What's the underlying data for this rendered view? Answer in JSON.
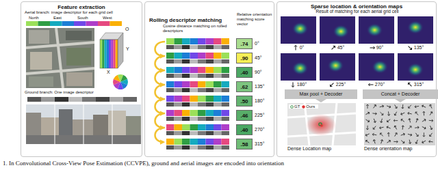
{
  "diagram": {
    "caption": "1. In Convolutional Cross-View Pose Estimation (CCVPE), ground and aerial images are encoded into orientation",
    "nodes": [
      {
        "text": [
          "Feature extraction"
        ]
      },
      {
        "text": [
          "Rolling descriptor matching"
        ]
      },
      {
        "text": [
          "Sparse location & orientation maps"
        ]
      },
      {
        "text": [
          ".74"
        ],
        "in": 1
      },
      {
        "text": [
          ".90"
        ],
        "in": 1
      },
      {
        "text": [
          ".40"
        ],
        "in": 1
      },
      {
        "text": [
          ".62"
        ],
        "in": 1
      },
      {
        "text": [
          ".50"
        ],
        "in": 1
      },
      {
        "text": [
          ".46"
        ],
        "in": 1
      },
      {
        "text": [
          ".40"
        ],
        "in": 1
      },
      {
        "text": [
          ".58"
        ],
        "in": 1
      },
      {
        "text": [
          "0°"
        ],
        "in": 2
      },
      {
        "text": [
          "45°"
        ],
        "in": 2
      },
      {
        "text": [
          "90°"
        ],
        "in": 2
      },
      {
        "text": [
          "135°"
        ],
        "in": 2
      },
      {
        "text": [
          "180°"
        ],
        "in": 2
      },
      {
        "text": [
          "225°"
        ],
        "in": 2
      },
      {
        "text": [
          "270°"
        ],
        "in": 2
      },
      {
        "text": [
          "315°"
        ],
        "in": 2
      },
      {
        "text": [
          "Max pool + Decoder"
        ],
        "in": 2
      },
      {
        "text": [
          "Concat + Decoder"
        ],
        "in": 2
      },
      {
        "text": [
          "Dense Location map"
        ],
        "in": 2
      },
      {
        "text": [
          "Dense orientation map"
        ],
        "in": 2
      }
    ],
    "labels": [
      "Aerial branch: image descriptor for each grid cell",
      "North",
      "East",
      "South",
      "West",
      "O",
      "Y",
      "X",
      "Ground branch: One image descriptor",
      "Cosine distance matching on rolled descriptors",
      "Relative orientation matching score vector",
      "0°",
      "45°",
      "90°",
      "135°",
      "180°",
      "225°",
      "270°",
      "315°",
      "Result of matching for each aerial grid cell"
    ],
    "legend": [
      {
        "text": "GT"
      },
      {
        "text": "Ours"
      }
    ]
  }
}
